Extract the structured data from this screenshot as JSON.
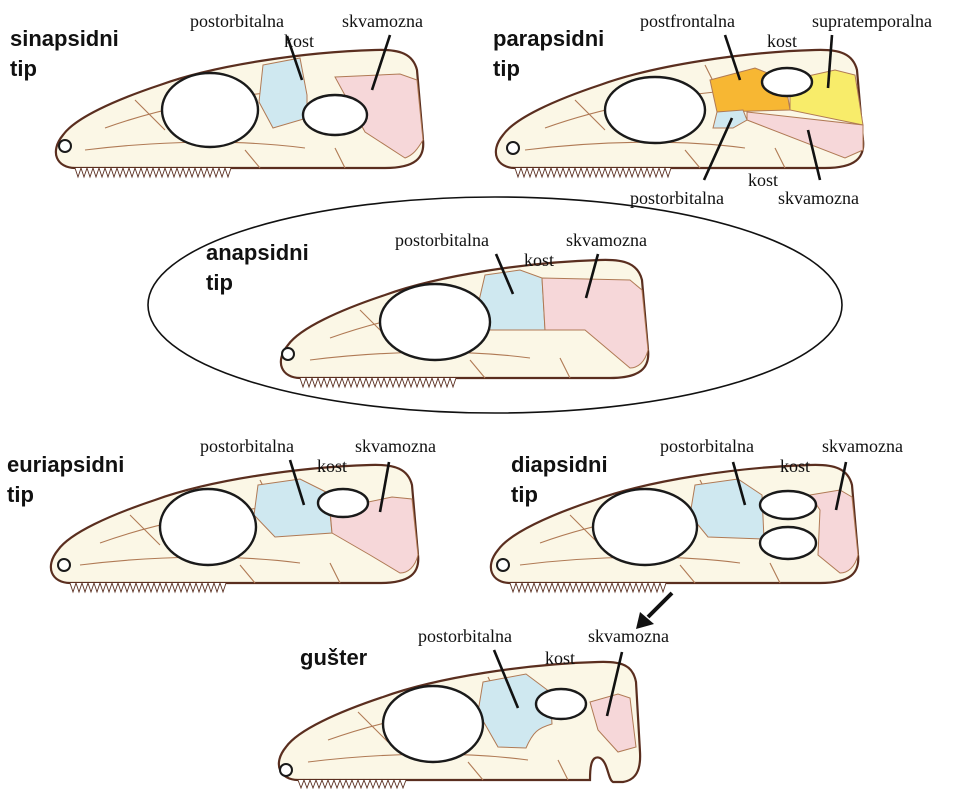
{
  "labels": {
    "postorbital": "postorbitalna",
    "kost": "kost",
    "squamosal": "skvamozna",
    "postfrontal": "postfrontalna",
    "supratemporal": "supratemporalna"
  },
  "types": {
    "sinapsidni": [
      "sinapsidni",
      "tip"
    ],
    "parapsidni": [
      "parapsidni",
      "tip"
    ],
    "anapsidni": [
      "anapsidni",
      "tip"
    ],
    "euriapsidni": [
      "euriapsidni",
      "tip"
    ],
    "diapsidni": [
      "diapsidni",
      "tip"
    ],
    "guster": "gušter"
  },
  "colors": {
    "postorbital": "#cfe8f0",
    "squamosal": "#f6d7d9",
    "postfrontal": "#f7b733",
    "supratemporal": "#f8ec6a",
    "skull": "#fbf7e6",
    "outline": "#5a2e1f"
  }
}
